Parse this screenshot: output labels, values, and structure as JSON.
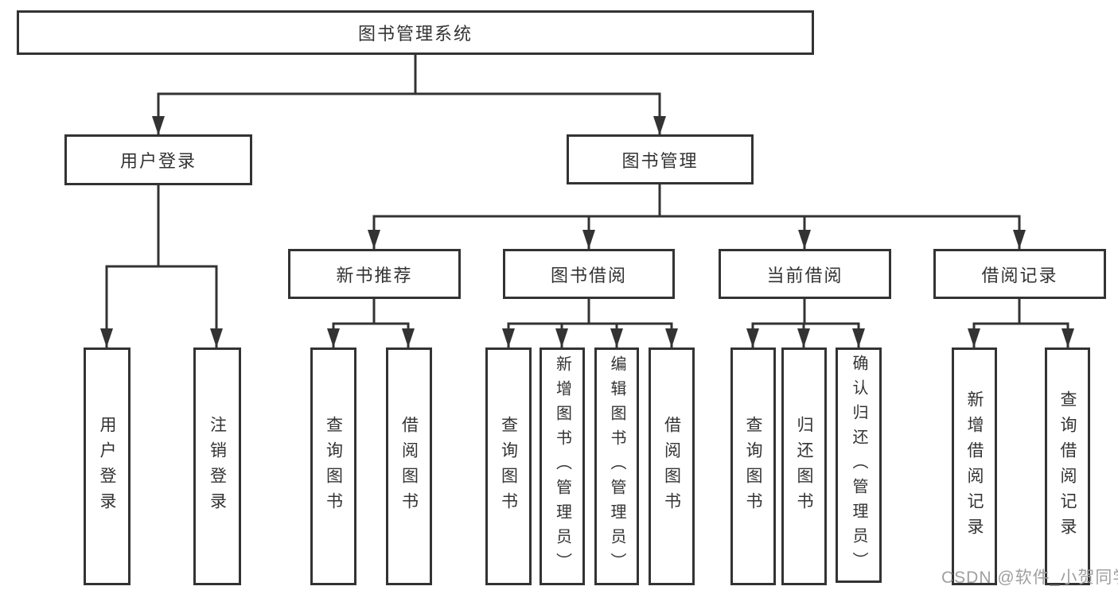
{
  "diagram": {
    "root": {
      "label": "图书管理系统"
    },
    "level2": {
      "user_login": {
        "label": "用户登录"
      },
      "book_management": {
        "label": "图书管理"
      }
    },
    "level3": {
      "new_book_recommend": {
        "label": "新书推荐"
      },
      "book_borrow": {
        "label": "图书借阅"
      },
      "current_borrow": {
        "label": "当前借阅"
      },
      "borrow_record": {
        "label": "借阅记录"
      }
    },
    "leaves": {
      "user_login": {
        "label": "用户登录"
      },
      "logout": {
        "label": "注销登录"
      },
      "nb_query_books": {
        "label": "查询图书"
      },
      "nb_borrow_books": {
        "label": "借阅图书"
      },
      "bb_query_books": {
        "label": "查询图书"
      },
      "bb_add_books": {
        "label": "新增图书（管理员）"
      },
      "bb_edit_books": {
        "label": "编辑图书（管理员）"
      },
      "bb_borrow_books": {
        "label": "借阅图书"
      },
      "cb_query_books": {
        "label": "查询图书"
      },
      "cb_return_books": {
        "label": "归还图书"
      },
      "cb_confirm_return": {
        "label": "确认归还（管理员）"
      },
      "br_add_record": {
        "label": "新增借阅记录"
      },
      "br_query_record": {
        "label": "查询借阅记录"
      }
    },
    "colors": {
      "line": "#333333",
      "box_border": "#333333",
      "text": "#333333",
      "background": "#ffffff",
      "watermark": "#9f9f9f"
    }
  },
  "watermark": {
    "text": "CSDN @软件_小贺同学"
  }
}
